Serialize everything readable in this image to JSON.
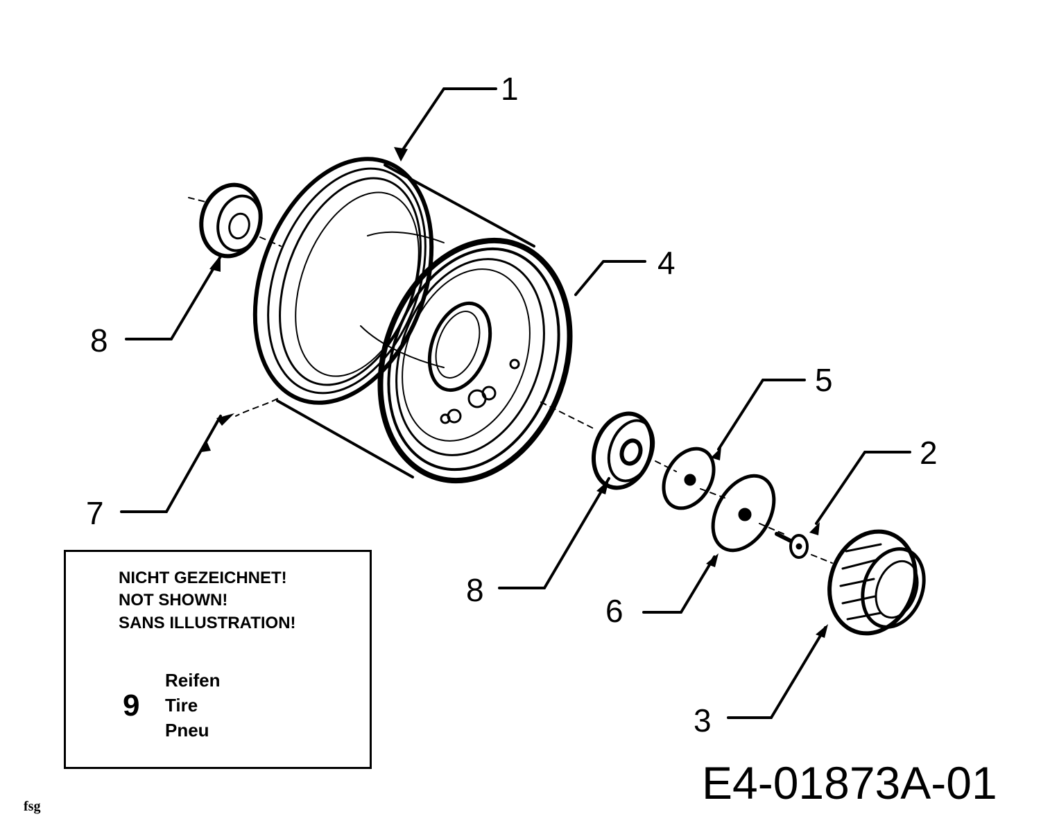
{
  "callouts": {
    "c1": "1",
    "c2": "2",
    "c3": "3",
    "c4": "4",
    "c5": "5",
    "c6": "6",
    "c7": "7",
    "c8_left": "8",
    "c8_center": "8"
  },
  "note": {
    "line1": "NICHT GEZEICHNET!",
    "line2": "NOT SHOWN!",
    "line3": "SANS ILLUSTRATION!",
    "item_number": "9",
    "item_de": "Reifen",
    "item_en": "Tire",
    "item_fr": "Pneu"
  },
  "drawing_code": "E4-01873A-01",
  "footer_mark": "fsg"
}
